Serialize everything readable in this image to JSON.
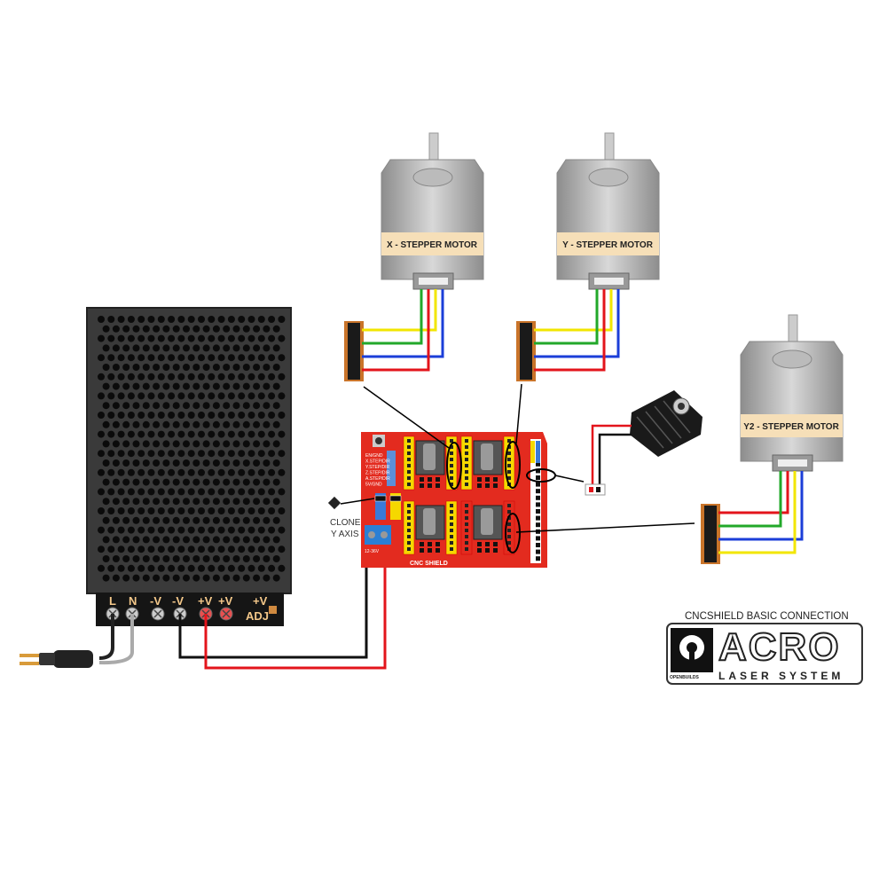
{
  "motors": [
    {
      "label": "X - STEPPER MOTOR"
    },
    {
      "label": "Y - STEPPER MOTOR"
    },
    {
      "label": "Y2 - STEPPER MOTOR"
    }
  ],
  "power_supply": {
    "terminals": [
      "L",
      "N",
      "-V",
      "-V",
      "+V",
      "+V"
    ],
    "adj_top": "+V",
    "adj_bottom": "ADJ"
  },
  "shield": {
    "name": "CNC SHIELD",
    "pins": [
      "EN/GND",
      "X.STEP/DIR",
      "Y.STEP/DIR",
      "Z.STEP/DIR",
      "A.STEP/DIR",
      "5V/GND"
    ],
    "power_label": "12-36V"
  },
  "jumper_note": {
    "line1": "CLONE",
    "line2": "Y AXIS"
  },
  "logo": {
    "caption": "CNCSHIELD BASIC CONNECTION",
    "brand": "ACRO",
    "subtitle": "LASER SYSTEM",
    "maker": "OPENBUILDS"
  },
  "wire_colors": {
    "yellow": "#f2e600",
    "green": "#22a82a",
    "red": "#e3141b",
    "blue": "#1b3ed8",
    "black": "#111111"
  }
}
